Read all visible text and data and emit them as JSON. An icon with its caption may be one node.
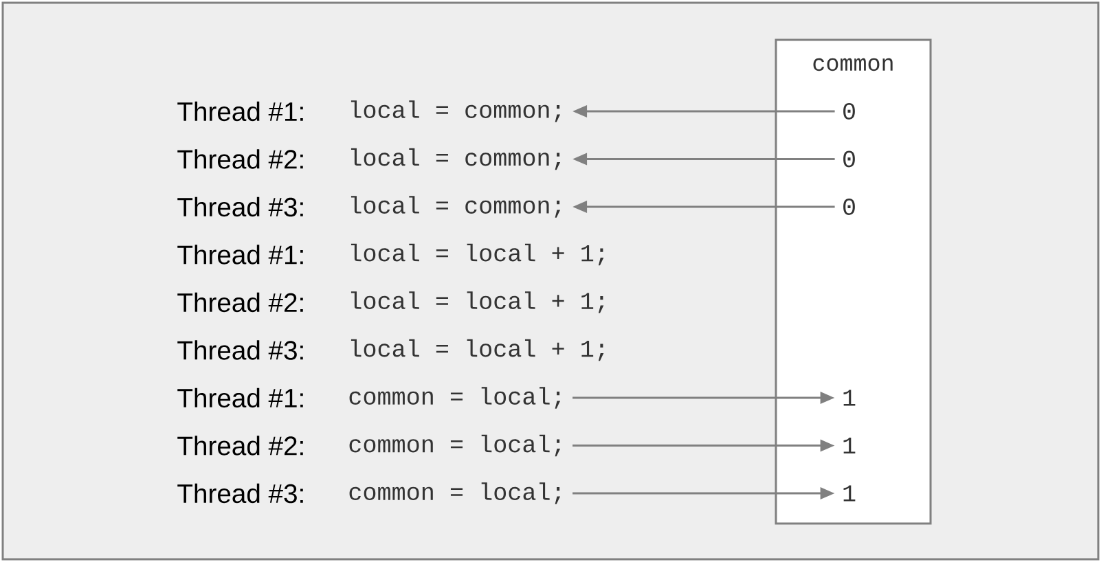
{
  "diagram": {
    "nodes": [
      {
        "text": [
          "common"
        ]
      },
      {
        "text": [
          "local = common;"
        ],
        "beside": [
          "Thread #1:"
        ]
      },
      {
        "text": [
          "0"
        ],
        "in": 0
      },
      {
        "text": [
          "local = common;"
        ],
        "beside": [
          "Thread #2:"
        ]
      },
      {
        "text": [
          "0"
        ],
        "in": 0
      },
      {
        "text": [
          "local = common;"
        ],
        "beside": [
          "Thread #3:"
        ]
      },
      {
        "text": [
          "0"
        ],
        "in": 0
      },
      {
        "text": [
          "local = local + 1;"
        ],
        "beside": [
          "Thread #1:"
        ]
      },
      {
        "text": [
          "local = local + 1;"
        ],
        "beside": [
          "Thread #2:"
        ]
      },
      {
        "text": [
          "local = local + 1;"
        ],
        "beside": [
          "Thread #3:"
        ]
      },
      {
        "text": [
          "common = local;"
        ],
        "beside": [
          "Thread #1:"
        ]
      },
      {
        "text": [
          "1"
        ],
        "in": 0
      },
      {
        "text": [
          "common = local;"
        ],
        "beside": [
          "Thread #2:"
        ]
      },
      {
        "text": [
          "1"
        ],
        "in": 0
      },
      {
        "text": [
          "common = local;"
        ],
        "beside": [
          "Thread #3:"
        ]
      },
      {
        "text": [
          "1"
        ],
        "in": 0
      }
    ],
    "edges": [
      {
        "from": 2,
        "to": 1,
        "arrow": "to"
      },
      {
        "from": 4,
        "to": 3,
        "arrow": "to"
      },
      {
        "from": 6,
        "to": 5,
        "arrow": "to"
      },
      {
        "from": 10,
        "to": 11,
        "arrow": "to"
      },
      {
        "from": 12,
        "to": 13,
        "arrow": "to"
      },
      {
        "from": 14,
        "to": 15,
        "arrow": "to"
      }
    ]
  }
}
